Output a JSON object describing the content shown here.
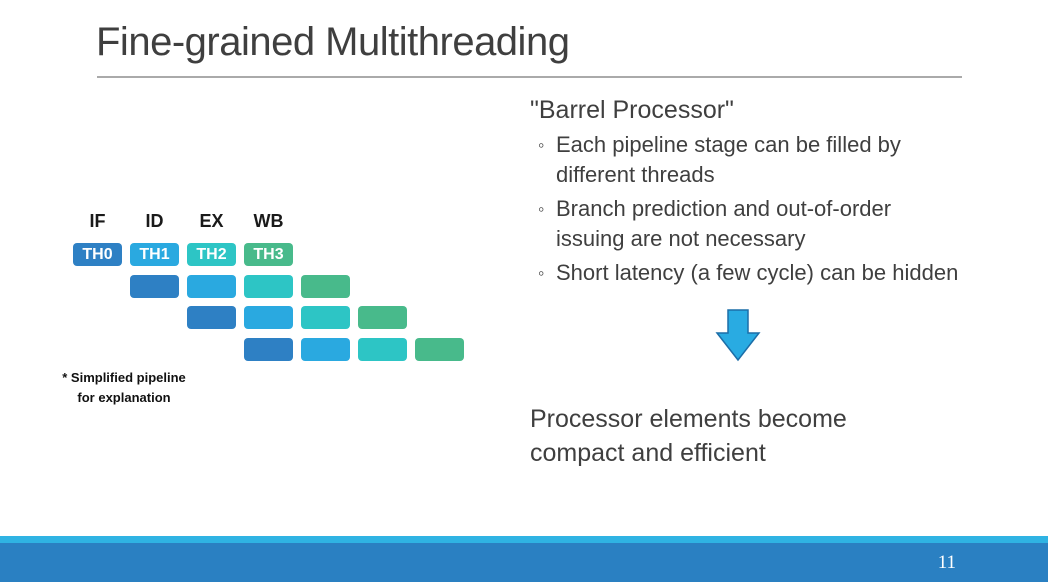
{
  "slide": {
    "title": "Fine-grained Multithreading",
    "page_number": "11"
  },
  "diagram": {
    "stage_labels": [
      "IF",
      "ID",
      "EX",
      "WB"
    ],
    "thread_labels": [
      "TH0",
      "TH1",
      "TH2",
      "TH3"
    ],
    "thread_colors": [
      "#2E80C4",
      "#2AA9E0",
      "#2DC5C5",
      "#48BA8B"
    ],
    "num_rows": 4,
    "footnote": [
      "* Simplified pipeline",
      "for explanation"
    ]
  },
  "content": {
    "heading": "\"Barrel Processor\"",
    "bullet_marker": "◦",
    "bullets": [
      "Each pipeline stage can be filled by different threads",
      "Branch prediction and out-of-order issuing are not necessary",
      "Short latency (a few cycle) can be hidden"
    ],
    "arrow_icon": "down-arrow-icon",
    "conclusion": "Processor elements become compact and efficient"
  },
  "colors": {
    "text_dark": "#3F3F3F",
    "arrow_fill": "#29ABE2",
    "arrow_stroke": "#1C6EA8",
    "footer_stripe": "#2FB3E3",
    "footer_bar": "#2A80C2"
  }
}
